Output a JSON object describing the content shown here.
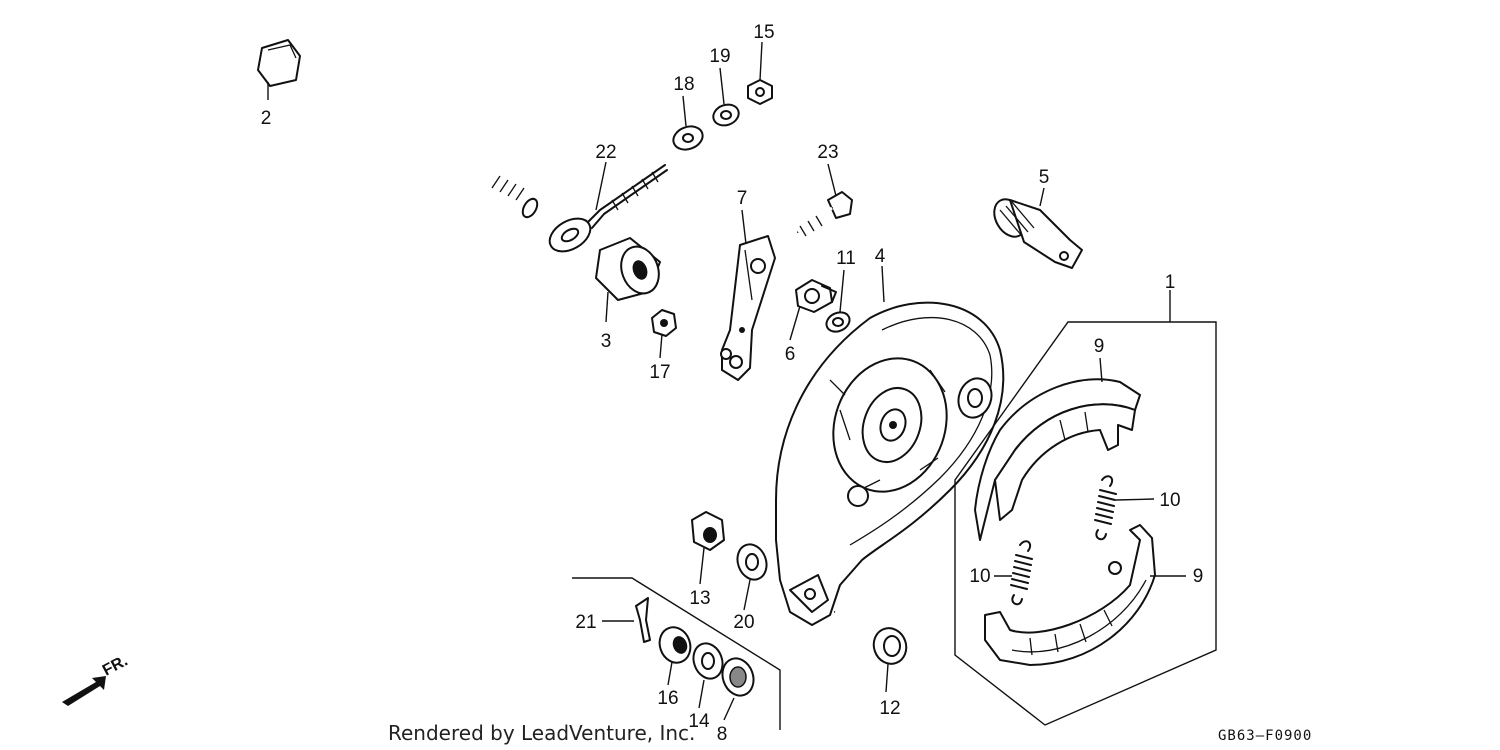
{
  "callouts": {
    "c1": "1",
    "c2": "2",
    "c3": "3",
    "c4": "4",
    "c5": "5",
    "c6": "6",
    "c7": "7",
    "c8": "8",
    "c9a": "9",
    "c9b": "9",
    "c10a": "10",
    "c10b": "10",
    "c11": "11",
    "c12": "12",
    "c13": "13",
    "c14": "14",
    "c15": "15",
    "c16": "16",
    "c17": "17",
    "c18": "18",
    "c19": "19",
    "c20": "20",
    "c21": "21",
    "c22": "22",
    "c23": "23"
  },
  "footer": {
    "credit": "Rendered by LeadVenture, Inc.",
    "diagram_code": "GB63–F0900"
  },
  "direction": {
    "label": "FR."
  }
}
